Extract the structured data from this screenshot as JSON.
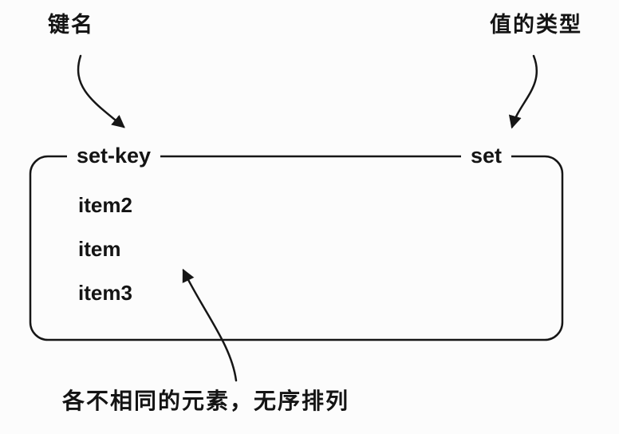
{
  "diagram": {
    "top_left_label": "键名",
    "top_right_label": "值的类型",
    "key_label": "set-key",
    "type_label": "set",
    "items": [
      "item2",
      "item",
      "item3"
    ],
    "bottom_caption": "各不相同的元素，无序排列",
    "line_color": "#161616",
    "background_color": "#fcfcfc"
  }
}
